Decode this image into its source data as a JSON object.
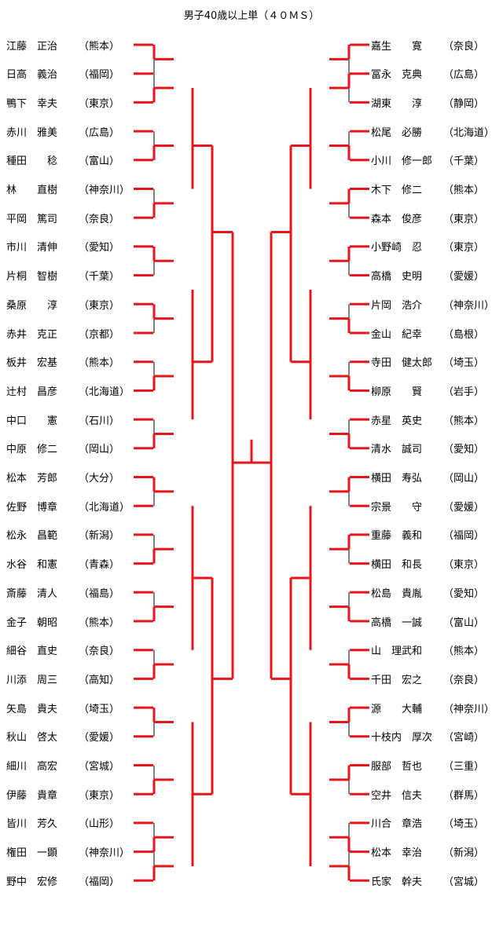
{
  "title": "男子40歳以上単（４０ＭＳ）",
  "left_players": [
    {
      "name": "江藤　正治",
      "pref": "（熊本）"
    },
    {
      "name": "日高　義治",
      "pref": "（福岡）"
    },
    {
      "name": "鴨下　幸夫",
      "pref": "（東京）"
    },
    {
      "name": "赤川　雅美",
      "pref": "（広島）"
    },
    {
      "name": "種田　　稔",
      "pref": "（富山）"
    },
    {
      "name": "林　　直樹",
      "pref": "（神奈川）"
    },
    {
      "name": "平岡　篤司",
      "pref": "（奈良）"
    },
    {
      "name": "市川　清伸",
      "pref": "（愛知）"
    },
    {
      "name": "片桐　智樹",
      "pref": "（千葉）"
    },
    {
      "name": "桑原　　淳",
      "pref": "（東京）"
    },
    {
      "name": "赤井　克正",
      "pref": "（京都）"
    },
    {
      "name": "板井　宏基",
      "pref": "（熊本）"
    },
    {
      "name": "辻村　昌彦",
      "pref": "（北海道）"
    },
    {
      "name": "中口　　憲",
      "pref": "（石川）"
    },
    {
      "name": "中原　修二",
      "pref": "（岡山）"
    },
    {
      "name": "松本　芳郎",
      "pref": "（大分）"
    },
    {
      "name": "佐野　博章",
      "pref": "（北海道）"
    },
    {
      "name": "松永　昌範",
      "pref": "（新潟）"
    },
    {
      "name": "水谷　和憲",
      "pref": "（青森）"
    },
    {
      "name": "斎藤　清人",
      "pref": "（福島）"
    },
    {
      "name": "金子　朝昭",
      "pref": "（熊本）"
    },
    {
      "name": "細谷　直史",
      "pref": "（奈良）"
    },
    {
      "name": "川添　周三",
      "pref": "（高知）"
    },
    {
      "name": "矢島　貴夫",
      "pref": "（埼玉）"
    },
    {
      "name": "秋山　啓太",
      "pref": "（愛媛）"
    },
    {
      "name": "細川　高宏",
      "pref": "（宮城）"
    },
    {
      "name": "伊藤　貴章",
      "pref": "（東京）"
    },
    {
      "name": "皆川　芳久",
      "pref": "（山形）"
    },
    {
      "name": "権田　一顕",
      "pref": "（神奈川）"
    },
    {
      "name": "野中　宏修",
      "pref": "（福岡）"
    }
  ],
  "right_players": [
    {
      "name": "嘉生　　寛",
      "pref": "（奈良）"
    },
    {
      "name": "冨永　克典",
      "pref": "（広島）"
    },
    {
      "name": "湖東　　淳",
      "pref": "（静岡）"
    },
    {
      "name": "松尾　必勝",
      "pref": "（北海道）"
    },
    {
      "name": "小川　修一郎",
      "pref": "（千葉）"
    },
    {
      "name": "木下　修二",
      "pref": "（熊本）"
    },
    {
      "name": "森本　俊彦",
      "pref": "（東京）"
    },
    {
      "name": "小野崎　忍",
      "pref": "（東京）"
    },
    {
      "name": "高橋　史明",
      "pref": "（愛媛）"
    },
    {
      "name": "片岡　浩介",
      "pref": "（神奈川）"
    },
    {
      "name": "金山　紀幸",
      "pref": "（島根）"
    },
    {
      "name": "寺田　健太郎",
      "pref": "（埼玉）"
    },
    {
      "name": "柳原　　賢",
      "pref": "（岩手）"
    },
    {
      "name": "赤星　英史",
      "pref": "（熊本）"
    },
    {
      "name": "清水　誠司",
      "pref": "（愛知）"
    },
    {
      "name": "横田　寿弘",
      "pref": "（岡山）"
    },
    {
      "name": "宗景　　守",
      "pref": "（愛媛）"
    },
    {
      "name": "重藤　義和",
      "pref": "（福岡）"
    },
    {
      "name": "横田　和長",
      "pref": "（東京）"
    },
    {
      "name": "松島　貴胤",
      "pref": "（愛知）"
    },
    {
      "name": "高橋　一誠",
      "pref": "（富山）"
    },
    {
      "name": "山　理武和",
      "pref": "（熊本）"
    },
    {
      "name": "千田　宏之",
      "pref": "（奈良）"
    },
    {
      "name": "源　　大輔",
      "pref": "（神奈川）"
    },
    {
      "name": "十枝内　厚次",
      "pref": "（宮崎）"
    },
    {
      "name": "服部　哲也",
      "pref": "（三重）"
    },
    {
      "name": "空井　信夫",
      "pref": "（群馬）"
    },
    {
      "name": "川合　章浩",
      "pref": "（埼玉）"
    },
    {
      "name": "松本　幸治",
      "pref": "（新潟）"
    },
    {
      "name": "氏家　幹夫",
      "pref": "（宮城）"
    }
  ],
  "colors": {
    "win": "#e8141b",
    "line": "#000000"
  }
}
